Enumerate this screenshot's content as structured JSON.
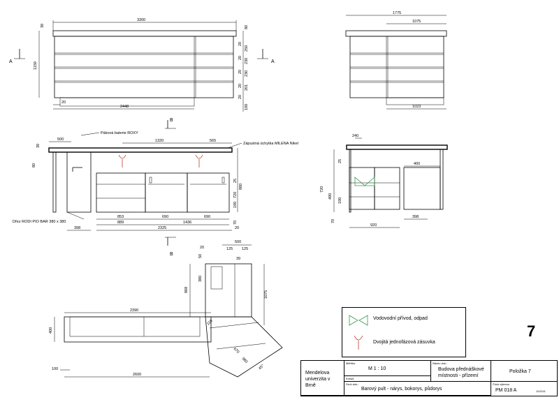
{
  "dims": {
    "front_total": "3300",
    "front_top": "39",
    "front_right_top": "80",
    "front_height": "1150",
    "front_r1": "20",
    "front_r2": "250",
    "front_r3": "20",
    "front_r4": "230",
    "front_r5": "20",
    "front_r6": "230",
    "front_r7": "20",
    "front_r8": "201",
    "front_r9": "20",
    "front_plinth": "100",
    "front_bottom_left": "20",
    "front_bottom": "2448",
    "side_total": "1775",
    "side_inner": "1075",
    "side_bottom": "1023",
    "sec_left_top": "500",
    "sec_spacing": "1320",
    "sec_right_top": "565",
    "sec_top": "39",
    "sec_thick": "80",
    "sec_d1": "25",
    "sec_d2": "720",
    "sec_d3": "880",
    "sec_d4": "190",
    "sec_d5": "70",
    "sec_b1": "853",
    "sec_b2": "690",
    "sec_b3": "690",
    "sec_b4": "889",
    "sec_b5": "1436",
    "sec_b6": "2325",
    "sec_b7": "20",
    "sec_b8": "398",
    "sec2_top": "240",
    "sec2_d1": "25",
    "sec2_d2": "400",
    "sec2_d3": "720",
    "sec2_d4": "490",
    "sec2_d5": "190",
    "sec2_d6": "70",
    "sec2_b1": "398",
    "sec2_b2": "920",
    "plan_top1": "500",
    "plan_top2": "20",
    "plan_top3": "125",
    "plan_top4": "125",
    "plan_top5": "39",
    "plan_left1": "50",
    "plan_left2": "380",
    "plan_left3": "868",
    "plan_right": "1075",
    "plan_long": "2390",
    "plan_depth": "400",
    "plan_bottom1": "100",
    "plan_bottom2": "2600",
    "plan_diag1": "116",
    "plan_diag2": "670",
    "plan_diag3": "980",
    "plan_angle": "45°"
  },
  "labels": {
    "section_a_left": "A",
    "section_a_right": "A",
    "section_b_top": "B",
    "section_b_bottom": "B",
    "tap": "Páková baterie ROXY",
    "socket": "Zápustná úchytka MILENA Nikel",
    "sink": "Dřez RODI PIO BAR 380 x 380"
  },
  "legend": {
    "water": "Vodovodní přívod, odpad",
    "socket": "Dvojitá jednofázová zásuvka"
  },
  "page_number": "7",
  "title_block": {
    "org_line1": "Mendelova",
    "org_line2": "univerzita v",
    "org_line3": "Brně",
    "scale_label": "Měřítko",
    "scale": "M  1 : 10",
    "drew_label": "Kreslil:",
    "drawing_type_label": "Druh dok.:",
    "drawing_title": "Barový pult - nárys, bokorys, půdorys",
    "name_label": "Název dok.:",
    "name_line1": "Budova přednáškové",
    "name_line2": "místnosti - přízemí",
    "item": "Položka  7",
    "drawing_no_label": "Číslo výkresu",
    "drawing_no": "PM 018 A",
    "date": "11/2011"
  }
}
